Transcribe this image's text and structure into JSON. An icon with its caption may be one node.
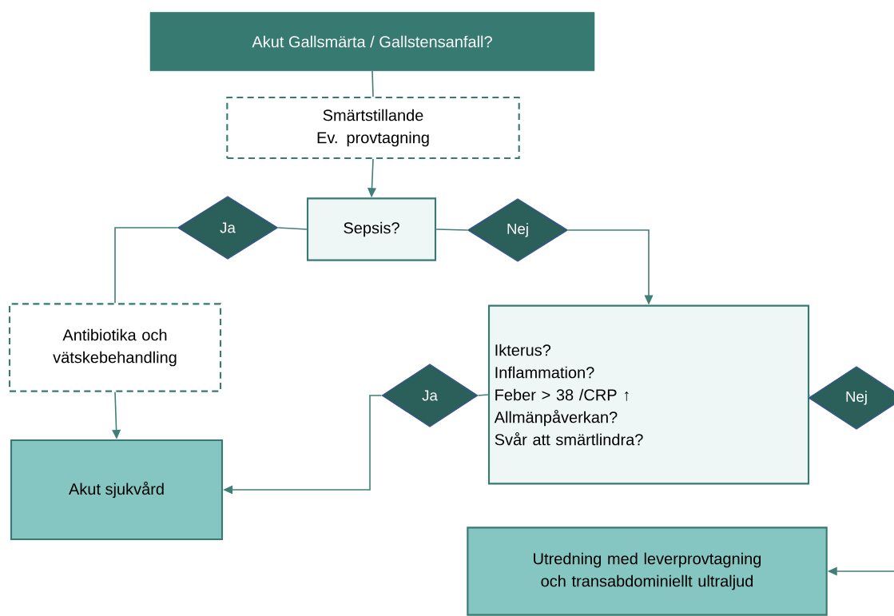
{
  "diagram": {
    "nodes": [
      {
        "text": [
          "Akut Gallsmärta / Gallstensanfall?"
        ]
      },
      {
        "text": [
          "Smärtstillande Ev. provtagning"
        ]
      },
      {
        "text": [
          "Sepsis?"
        ]
      },
      {
        "text": [
          "Ja"
        ]
      },
      {
        "text": [
          "Nej"
        ]
      },
      {
        "text": [
          "Antibiotika och vätskebehandling"
        ]
      },
      {
        "text": [
          "Ikterus?",
          "Inflammation?",
          "Feber > 38 /CRP ↑",
          "Allmänpåverkan?",
          "Svår att smärtlindra?"
        ]
      },
      {
        "text": [
          "Ja"
        ]
      },
      {
        "text": [
          "Nej"
        ]
      },
      {
        "text": [
          "Akut sjukvård"
        ]
      },
      {
        "text": [
          "Utredning med leverprovtagning och transabdominiellt ultraljud"
        ]
      }
    ],
    "edges": [
      {
        "from": 0,
        "to": 1,
        "arrow": "none"
      },
      {
        "from": 1,
        "to": 2,
        "arrow": "to"
      },
      {
        "from": 2,
        "to": 3,
        "arrow": "none"
      },
      {
        "from": 3,
        "to": 5,
        "arrow": "none"
      },
      {
        "from": 2,
        "to": 4,
        "arrow": "none"
      },
      {
        "from": 4,
        "to": 6,
        "arrow": "to"
      },
      {
        "from": 5,
        "to": 9,
        "arrow": "to"
      },
      {
        "from": 6,
        "to": 7,
        "arrow": "none"
      },
      {
        "from": 7,
        "to": 9,
        "arrow": "to"
      },
      {
        "from": 6,
        "to": 8,
        "arrow": "none"
      },
      {
        "from": null,
        "to": 10,
        "arrow": "to"
      }
    ]
  }
}
